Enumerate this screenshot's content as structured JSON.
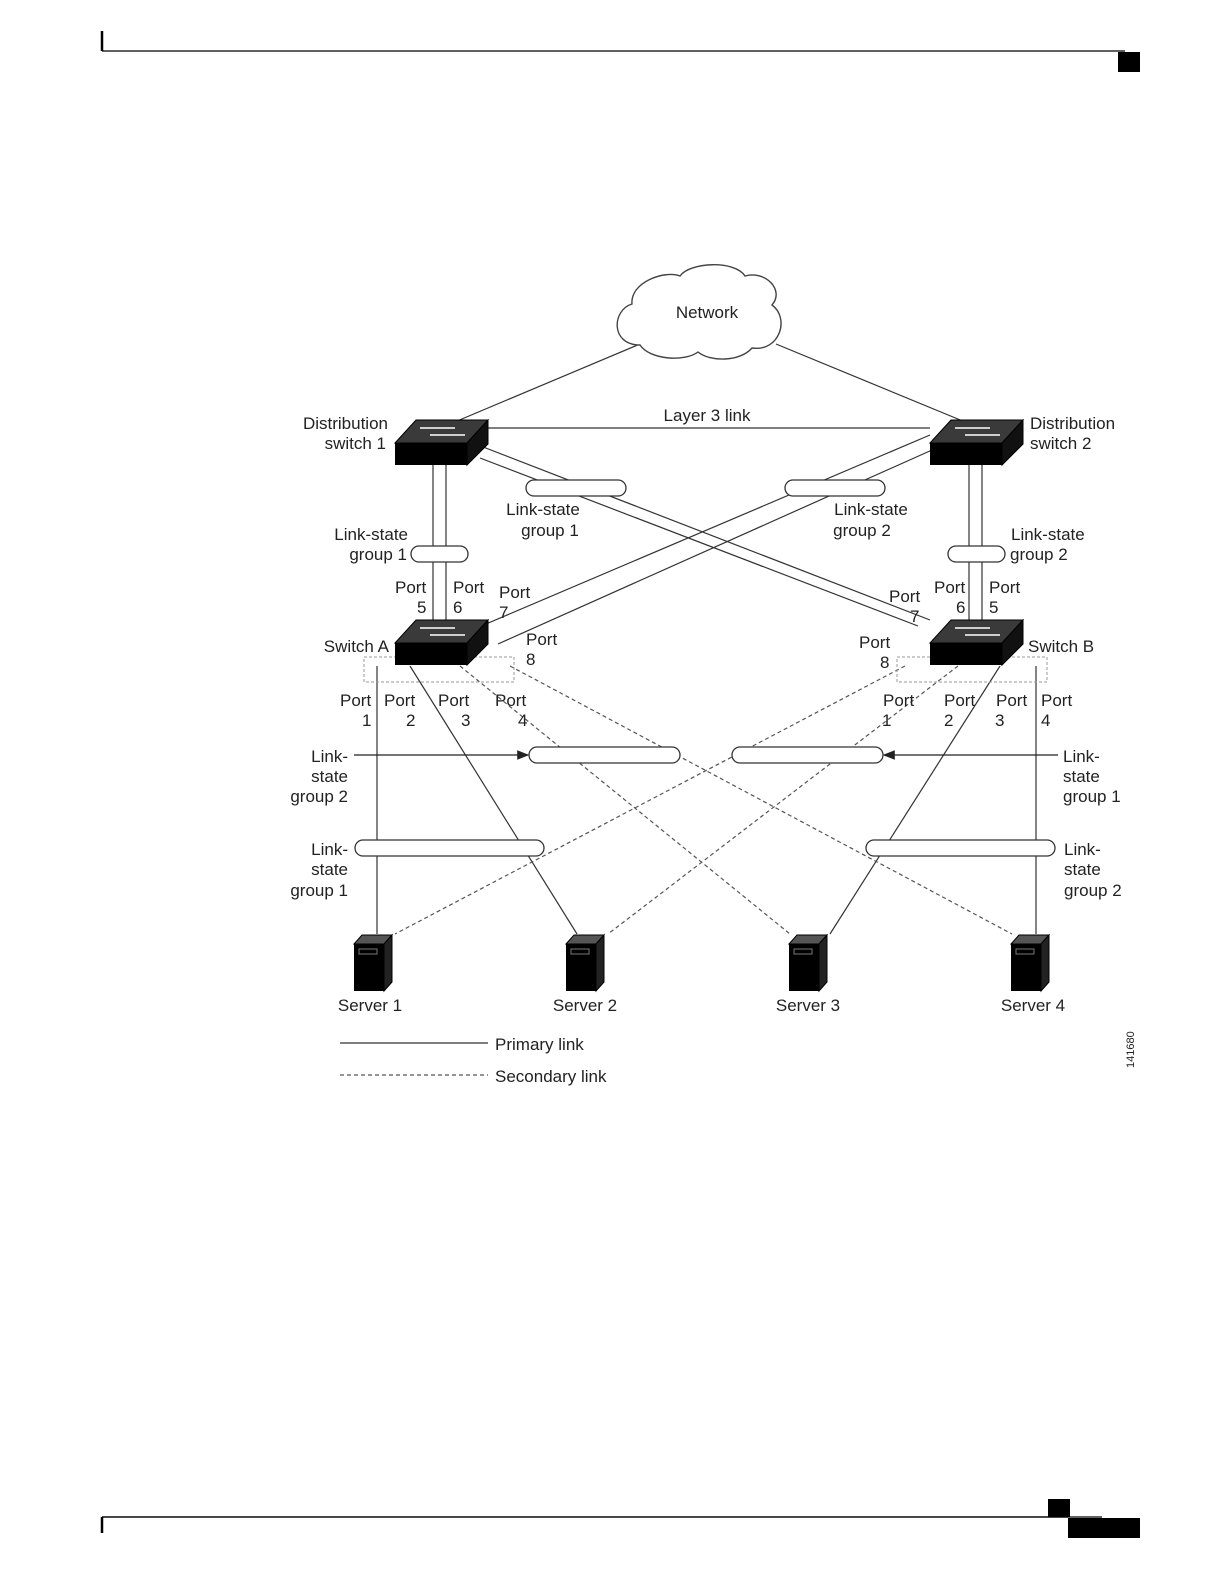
{
  "network": {
    "label": "Network"
  },
  "links": {
    "layer3": "Layer 3 link"
  },
  "dist1": {
    "line1": "Distribution",
    "line2": "switch 1"
  },
  "dist2": {
    "line1": "Distribution",
    "line2": "switch 2"
  },
  "switchA": {
    "label": "Switch A"
  },
  "switchB": {
    "label": "Switch B"
  },
  "word": {
    "port": "Port"
  },
  "num": {
    "n1": "1",
    "n2": "2",
    "n3": "3",
    "n4": "4",
    "n5": "5",
    "n6": "6",
    "n7": "7",
    "n8": "8"
  },
  "lsg": {
    "hyphen": "Link-state",
    "link": "Link-",
    "state": "state",
    "group1": "group 1",
    "group2": "group 2"
  },
  "servers": [
    "Server 1",
    "Server 2",
    "Server 3",
    "Server 4"
  ],
  "legend": {
    "primary": "Primary link",
    "secondary": "Secondary link"
  },
  "figure_id": "141680"
}
